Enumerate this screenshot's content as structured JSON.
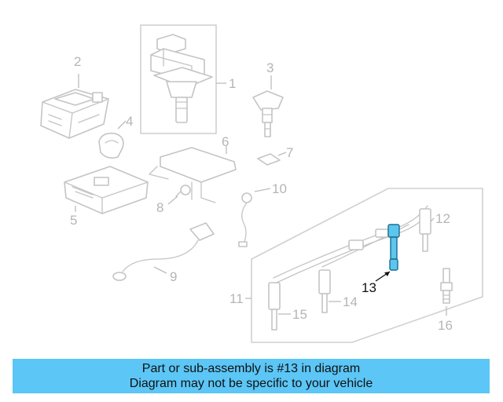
{
  "diagram": {
    "callouts": {
      "c1": "1",
      "c2": "2",
      "c3": "3",
      "c4": "4",
      "c5": "5",
      "c6": "6",
      "c7": "7",
      "c8": "8",
      "c9": "9",
      "c10": "10",
      "c11": "11",
      "c12": "12",
      "c13": "13",
      "c14": "14",
      "c15": "15",
      "c16": "16"
    },
    "highlight_part": "13",
    "colors": {
      "line_art": "#c4c4c4",
      "highlight_fill": "#5cc6ee",
      "highlight_stroke": "#1e6d8e",
      "banner_bg": "#5cc6f6"
    }
  },
  "banner": {
    "line1": "Part or sub-assembly is #13 in diagram",
    "line2": "Diagram may not be specific to your vehicle"
  }
}
